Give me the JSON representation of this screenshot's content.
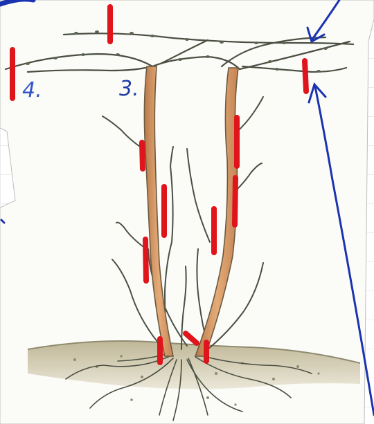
{
  "illustration": {
    "labels": [
      {
        "id": "cane-label-4",
        "text": "4."
      },
      {
        "id": "cane-label-3",
        "text": "3."
      }
    ]
  },
  "colors": {
    "paper": "#fbfbf7",
    "grid": "#d9d9d9",
    "ink": "#4a4f42",
    "leaf": "#5a6650",
    "stem_fill": "#d49a6a",
    "stem_edge": "#6a5a40",
    "soil": "#cfc8ae",
    "soil_dark": "#8f8a6f",
    "cut_mark": "#e0141b",
    "annotation_ink": "#1a33b0"
  },
  "icons": [
    "arrow-icon"
  ]
}
